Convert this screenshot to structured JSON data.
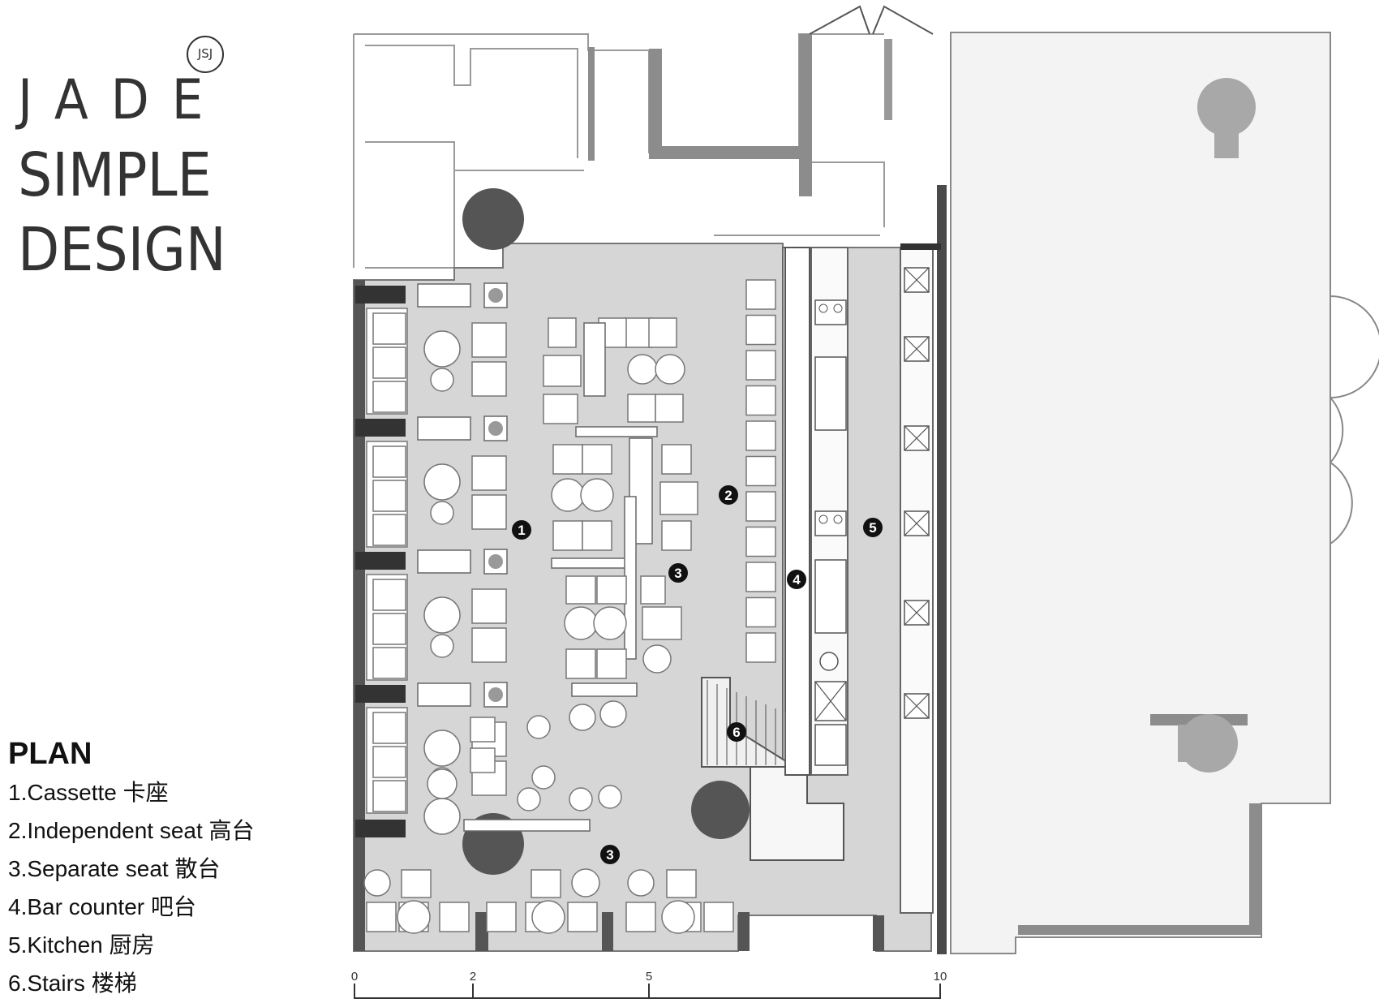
{
  "brand": {
    "mark": "JSJ",
    "lines": [
      "JADE",
      "SIMPLE",
      "DESIGN"
    ]
  },
  "legend": {
    "title": "PLAN",
    "items": [
      "1.Cassette 卡座",
      "2.Independent seat 高台",
      "3.Separate seat 散台",
      "4.Bar counter 吧台",
      "5.Kitchen 厨房",
      "6.Stairs 楼梯"
    ]
  },
  "markers": [
    "1",
    "2",
    "3",
    "3",
    "4",
    "5",
    "6"
  ],
  "scale": {
    "ticks": [
      "0",
      "2",
      "5",
      "10"
    ]
  },
  "colors": {
    "floor": "#d6d6d6",
    "wall": "#8c8c8c",
    "dark_wall": "#4a4a4a",
    "column": "#555555",
    "outline": "#777777"
  }
}
